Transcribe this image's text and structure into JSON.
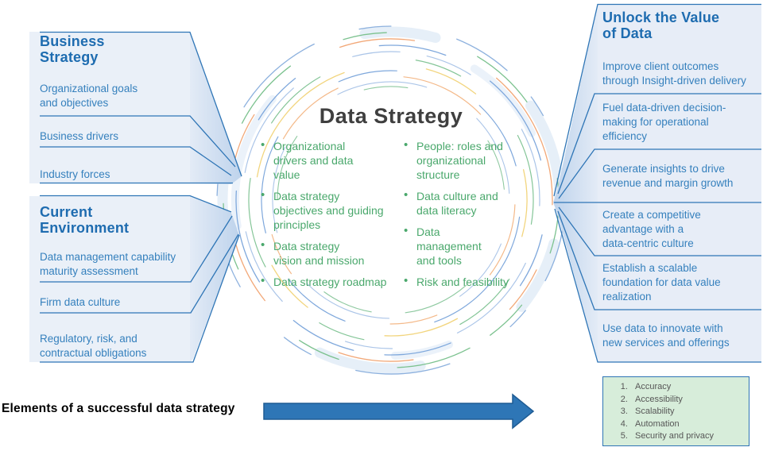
{
  "colors": {
    "heading-blue": "#1e6cb0",
    "item-blue": "#3580bd",
    "line-blue": "#2e75b6",
    "panel-bg": "#eaf0f8",
    "funnel-dark": "#bed3ec",
    "center-title": "#3f3f3f",
    "bullet-green": "#4aa86c",
    "arrow-fill": "#2e76b6",
    "box-bg": "#d7edda",
    "box-border": "#2e74b5",
    "box-text": "#575757",
    "footer-text": "#000000"
  },
  "left_top": {
    "title": "Business\nStrategy",
    "items": [
      "Organizational goals\nand objectives",
      "Business drivers",
      "Industry forces"
    ]
  },
  "left_bottom": {
    "title": "Current\nEnvironment",
    "items": [
      "Data management capability\nmaturity assessment",
      "Firm data culture",
      "Regulatory, risk, and\ncontractual obligations"
    ]
  },
  "center": {
    "title": "Data Strategy",
    "left_bullets": [
      "Organizational\ndrivers and data\nvalue",
      "Data strategy\nobjectives and guiding\nprinciples",
      "Data strategy\nvision and mission",
      "Data strategy roadmap"
    ],
    "right_bullets": [
      "People: roles and\norganizational\nstructure",
      "Data culture and\ndata literacy",
      "Data\nmanagement\nand tools",
      "Risk and feasibility"
    ]
  },
  "right_panel": {
    "title": "Unlock the Value\nof Data",
    "items": [
      "Improve client outcomes\nthrough Insight-driven delivery",
      "Fuel data-driven decision-\nmaking for operational\nefficiency",
      "Generate insights to drive\nrevenue and margin growth",
      "Create a competitive\nadvantage with a\ndata-centric culture",
      "Establish a scalable\nfoundation for data value\nrealization",
      "Use data to innovate with\nnew services and offerings"
    ]
  },
  "footer": {
    "label": "Elements of a successful data strategy"
  },
  "elements_box": {
    "items": [
      "Accuracy",
      "Accessibility",
      "Scalability",
      "Automation",
      "Security and privacy"
    ]
  }
}
